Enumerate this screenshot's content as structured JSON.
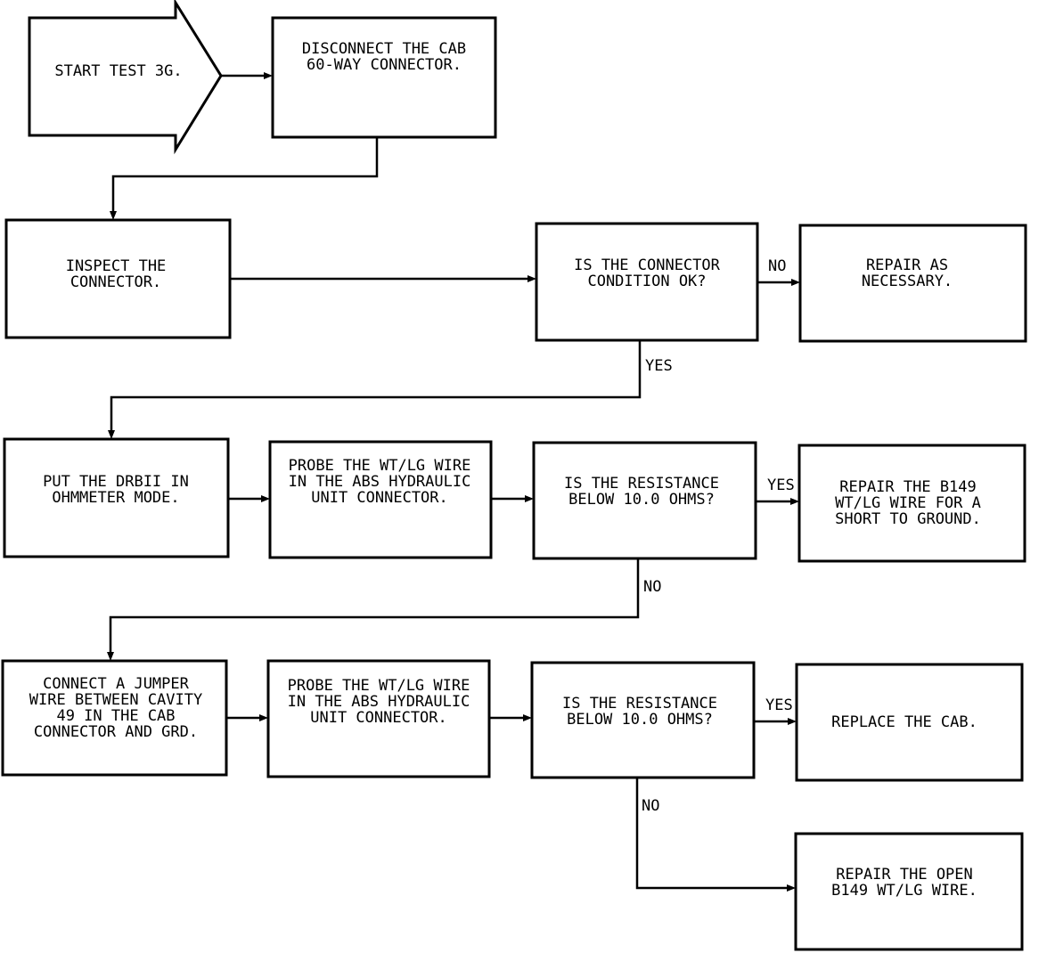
{
  "nodes": {
    "start": {
      "lines": [
        "START TEST 3G."
      ]
    },
    "disconnect": {
      "lines": [
        "DISCONNECT THE CAB",
        "60-WAY CONNECTOR."
      ]
    },
    "inspect": {
      "lines": [
        "INSPECT THE",
        "CONNECTOR."
      ]
    },
    "q_connector": {
      "lines": [
        "IS THE CONNECTOR",
        "CONDITION OK?"
      ]
    },
    "repair_nec": {
      "lines": [
        "REPAIR AS",
        "NECESSARY."
      ]
    },
    "put_dabii": {
      "lines": [
        "PUT THE DRBII IN",
        "OHMMETER MODE."
      ]
    },
    "probe1": {
      "lines": [
        "PROBE THE WT/LG WIRE",
        "IN THE ABS HYDRAULIC",
        "UNIT CONNECTOR."
      ]
    },
    "q_res1": {
      "lines": [
        "IS THE RESISTANCE",
        "BELOW 10.0 OHMS?"
      ]
    },
    "repair_short": {
      "lines": [
        "REPAIR THE B149",
        "WT/LG WIRE FOR A",
        "SHORT TO GROUND."
      ]
    },
    "jumper": {
      "lines": [
        "CONNECT A JUMPER",
        "WIRE BETWEEN CAVITY",
        "49 IN THE CAB",
        "CONNECTOR AND GRD."
      ]
    },
    "probe2": {
      "lines": [
        "PROBE THE WT/LG WIRE",
        "IN THE ABS HYDRAULIC",
        "UNIT CONNECTOR."
      ]
    },
    "q_res2": {
      "lines": [
        "IS THE RESISTANCE",
        "BELOW 10.0 OHMS?"
      ]
    },
    "replace_cab": {
      "lines": [
        "REPLACE THE CAB."
      ]
    },
    "repair_open": {
      "lines": [
        "REPAIR THE OPEN",
        "B149 WT/LG WIRE."
      ]
    }
  },
  "edge_labels": {
    "q_connector_no": "NO",
    "q_connector_yes": "YES",
    "q_res1_yes": "YES",
    "q_res1_no": "NO",
    "q_res2_yes": "YES",
    "q_res2_no": "NO"
  }
}
